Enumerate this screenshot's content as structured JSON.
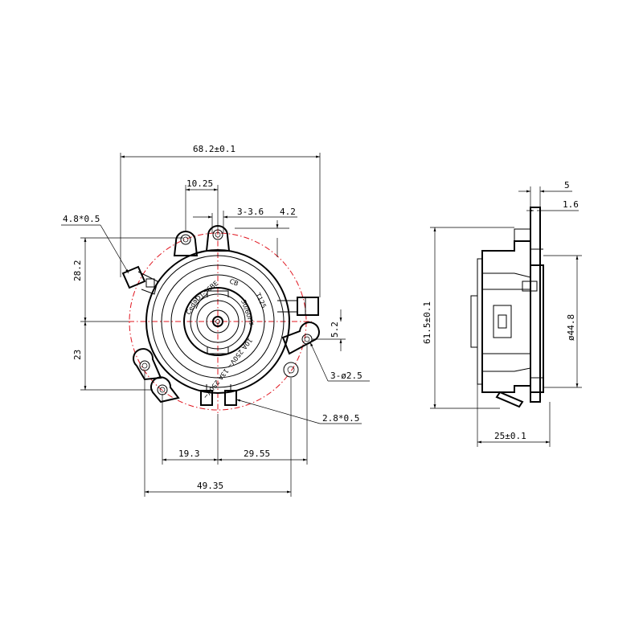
{
  "colors": {
    "line": "#000000",
    "centerline": "#e0141e",
    "background": "#ffffff"
  },
  "front_view": {
    "dimensions": {
      "overall_width": "68.2±0.1",
      "tab_offset": "10.25",
      "slot": "3-3.6",
      "slot_depth": "4.2",
      "terminal_left": "4.8*0.5",
      "upper_height": "28.2",
      "lower_height": "23",
      "hole_offset": "5.2",
      "mount_holes": "3-ø2.5",
      "terminal_bottom": "2.8*0.5",
      "left_span": "19.3",
      "right_span": "29.55",
      "bottom_width": "49.35"
    },
    "body_markings": {
      "brand": "Cedar",
      "model": "DT-56BE",
      "cert": "CB",
      "temp": "T125",
      "rating_line1": "10A 250V~ 13A 250V~",
      "hz": "50/60Hz"
    }
  },
  "side_view": {
    "dimensions": {
      "top_width": "5",
      "top_thickness": "1.6",
      "height": "61.5±0.1",
      "diameter": "ø44.8",
      "depth": "25±0.1"
    }
  }
}
